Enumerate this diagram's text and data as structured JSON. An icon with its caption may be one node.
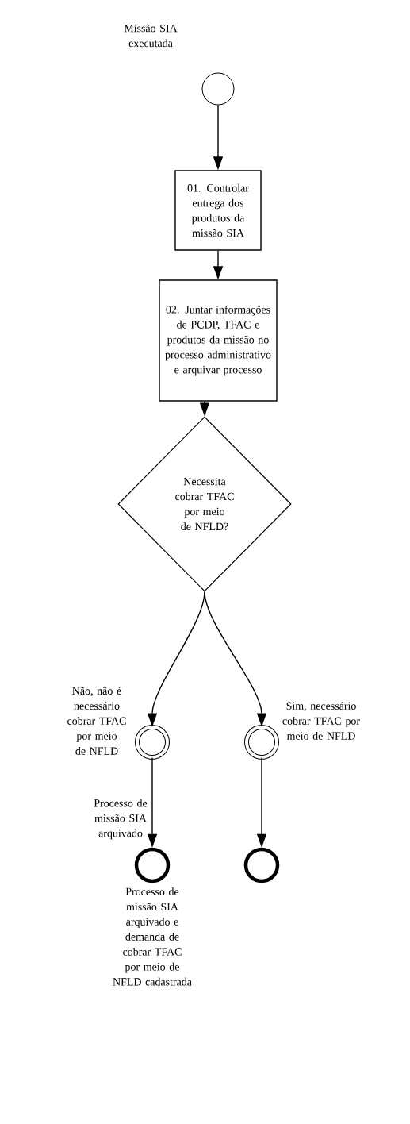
{
  "diagram": {
    "nodes": [
      {
        "text": [
          "Missão SIA executada"
        ]
      },
      {
        "text": [
          "01. Controlar entrega dos produtos da missão SIA"
        ]
      },
      {
        "text": [
          "02. Juntar informações de PCDP, TFAC e produtos da missão no processo administrativo e arquivar processo"
        ]
      },
      {
        "text": [
          "Necessita cobrar TFAC por meio de NFLD?"
        ]
      },
      {
        "text": [
          "Não, não é necessário cobrar TFAC por meio de NFLD"
        ]
      },
      {
        "text": [
          "Sim, necessário cobrar TFAC por meio de NFLD"
        ]
      },
      {
        "text": [
          "Processo de missão SIA arquivado",
          "Processo de missão SIA arquivado e demanda de cobrar TFAC por meio de NFLD cadastrada"
        ]
      },
      {
        "text": [],
        "shape": "circle"
      }
    ],
    "edges": [
      {
        "from": 0,
        "to": 1,
        "arrow": "to"
      },
      {
        "from": 1,
        "to": 2,
        "arrow": "to"
      },
      {
        "from": 2,
        "to": 3,
        "arrow": "to"
      },
      {
        "from": 3,
        "to": 4,
        "arrow": "to"
      },
      {
        "from": 3,
        "to": 5,
        "arrow": "to"
      },
      {
        "from": 4,
        "to": 6,
        "arrow": "to"
      },
      {
        "from": 5,
        "to": 7,
        "arrow": "to"
      }
    ]
  }
}
